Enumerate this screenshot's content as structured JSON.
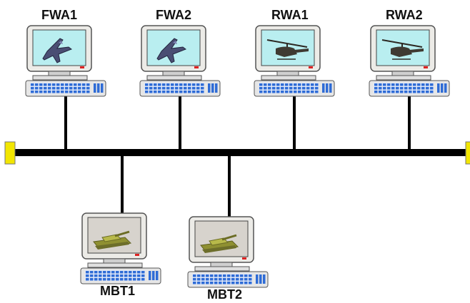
{
  "colors": {
    "bus": "#000000",
    "terminator": "#f2e600",
    "monitor_case": "#ecebe7",
    "screen_air": "#b9eef0",
    "screen_ground": "#d7d3cd",
    "keyboard": "#e6e6e6",
    "key_blue": "#2f6cd6",
    "aircraft": "#4a4e73",
    "helicopter": "#3f3a32",
    "tank": "#b8b94a"
  },
  "nodes": [
    {
      "id": "fwa1",
      "label": "FWA1",
      "icon": "fighter-jet-icon",
      "screen": "air"
    },
    {
      "id": "fwa2",
      "label": "FWA2",
      "icon": "fighter-jet-icon",
      "screen": "air"
    },
    {
      "id": "rwa1",
      "label": "RWA1",
      "icon": "helicopter-icon",
      "screen": "air"
    },
    {
      "id": "rwa2",
      "label": "RWA2",
      "icon": "helicopter-icon",
      "screen": "air"
    },
    {
      "id": "mbt1",
      "label": "MBT1",
      "icon": "tank-icon",
      "screen": "ground"
    },
    {
      "id": "mbt2",
      "label": "MBT2",
      "icon": "tank-icon",
      "screen": "ground"
    }
  ]
}
